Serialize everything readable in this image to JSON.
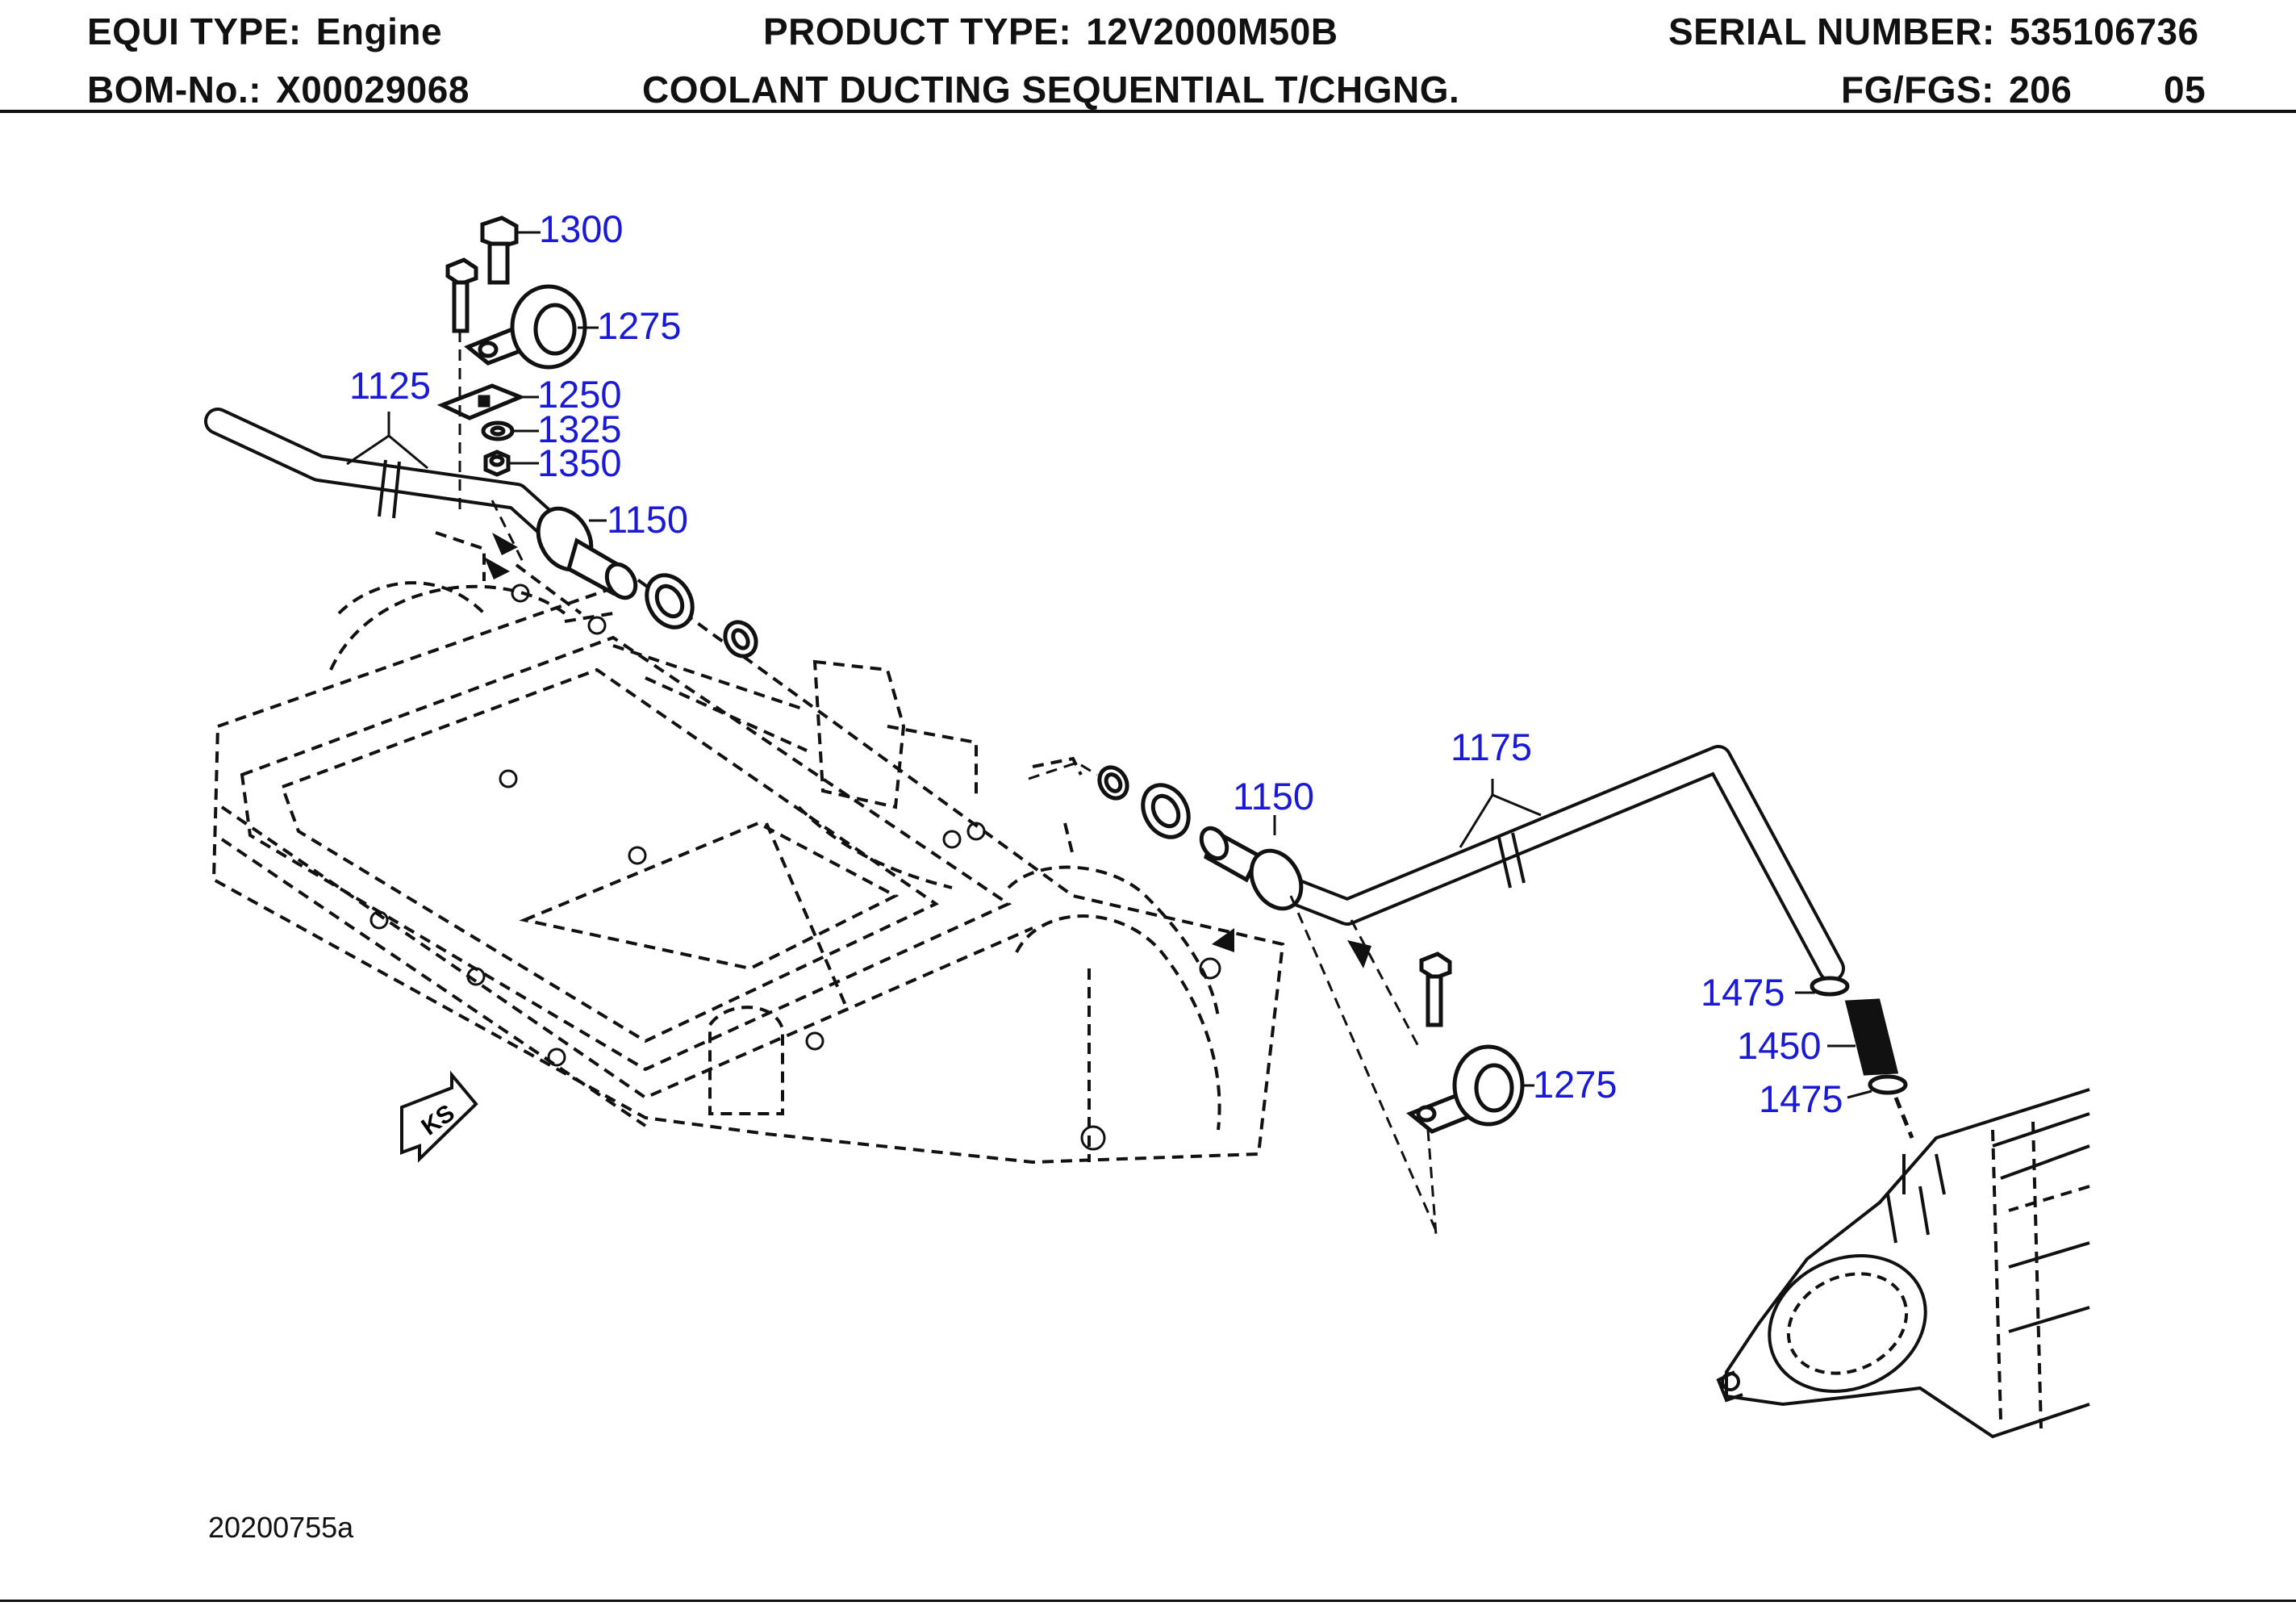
{
  "header": {
    "equi_type_label": "EQUI TYPE:",
    "equi_type_value": "Engine",
    "product_type_label": "PRODUCT TYPE:",
    "product_type_value": "12V2000M50B",
    "serial_label": "SERIAL NUMBER:",
    "serial_value": "535106736",
    "bom_label": "BOM-No.:",
    "bom_value": "X00029068",
    "bom_title": "COOLANT DUCTING SEQUENTIAL T/CHGNG.",
    "fg_label": "FG/FGS:",
    "fg_value": "206",
    "fgs_value": "05"
  },
  "callouts": {
    "c1300": "1300",
    "c1275a": "1275",
    "c1125": "1125",
    "c1250": "1250",
    "c1325": "1325",
    "c1350": "1350",
    "c1150a": "1150",
    "c1175": "1175",
    "c1150b": "1150",
    "c1475a": "1475",
    "c1450": "1450",
    "c1475b": "1475",
    "c1275b": "1275"
  },
  "badge": {
    "text": "KS"
  },
  "figure": {
    "id": "20200755a"
  },
  "colors": {
    "callout": "#1a1ad6",
    "line": "#111111",
    "background": "#ffffff"
  }
}
